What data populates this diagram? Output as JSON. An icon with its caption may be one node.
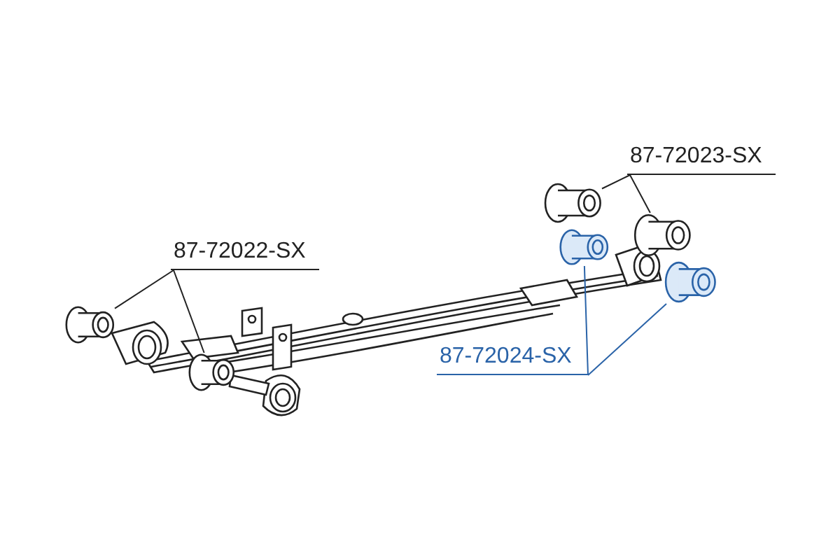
{
  "diagram": {
    "nodes": [
      {
        "text": [
          "87-72023-SX"
        ]
      },
      {
        "text": [],
        "shape": "picture"
      },
      {
        "text": [],
        "shape": "picture"
      },
      {
        "text": [
          "87-72022-SX"
        ]
      },
      {
        "text": [],
        "shape": "picture"
      },
      {
        "text": [],
        "shape": "picture"
      },
      {
        "text": [
          "87-72024-SX"
        ]
      },
      {
        "text": [],
        "shape": "picture"
      },
      {
        "text": [],
        "shape": "picture"
      }
    ],
    "edges": [
      {
        "from": 0,
        "to": 1,
        "arrow": "none"
      },
      {
        "from": 0,
        "to": 2,
        "arrow": "none"
      },
      {
        "from": 3,
        "to": 4,
        "arrow": "none"
      },
      {
        "from": 3,
        "to": 5,
        "arrow": "none"
      },
      {
        "from": 6,
        "to": 7,
        "arrow": "none",
        "color": "#2a63a8"
      },
      {
        "from": 6,
        "to": 8,
        "arrow": "none",
        "color": "#2a63a8"
      }
    ]
  }
}
